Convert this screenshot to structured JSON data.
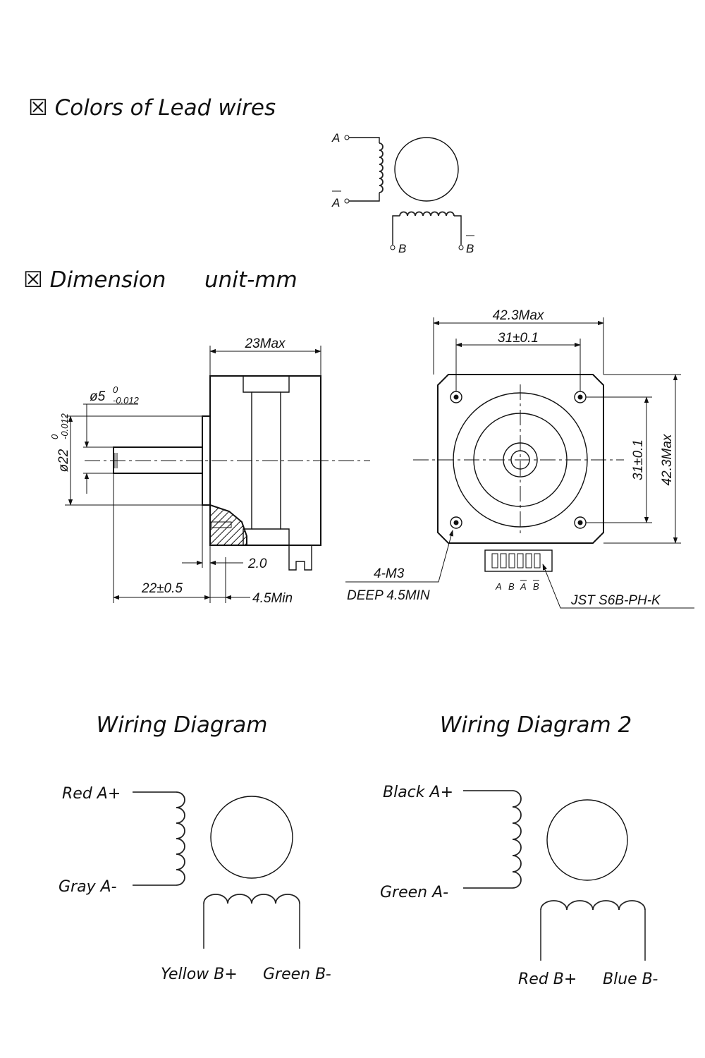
{
  "sections": {
    "lead_wires_title": "☒ Colors of Lead wires",
    "dimension_title": "☒ Dimension",
    "unit_label": "unit-mm",
    "wiring1_title": "Wiring Diagram",
    "wiring2_title": "Wiring Diagram 2"
  },
  "schematic": {
    "a": "A",
    "a_bar": "A",
    "b": "B",
    "b_bar": "B"
  },
  "dimensions": {
    "shaft_dia": "ø5",
    "shaft_tol_upper": "0",
    "shaft_tol_lower": "-0.012",
    "boss_dia": "ø22",
    "boss_tol_upper": "0",
    "boss_tol_lower": "-0.012",
    "body_length": "23Max",
    "boss_height": "2.0",
    "shaft_length": "22±0.5",
    "flat_length": "4.5Min",
    "screw_spec": "4-M3",
    "screw_depth": "DEEP 4.5MIN",
    "width_max": "42.3Max",
    "hole_spacing": "31±0.1",
    "hole_spacing_v": "31±0.1",
    "height_max": "42.3Max",
    "connector": "JST S6B-PH-K",
    "pins": [
      "A",
      "B",
      "A",
      "B"
    ]
  },
  "wiring1": {
    "a_plus": "Red A+",
    "a_minus": "Gray A-",
    "b_plus": "Yellow B+",
    "b_minus": "Green B-"
  },
  "wiring2": {
    "a_plus": "Black A+",
    "a_minus": "Green A-",
    "b_plus": "Red B+",
    "b_minus": "Blue B-"
  }
}
